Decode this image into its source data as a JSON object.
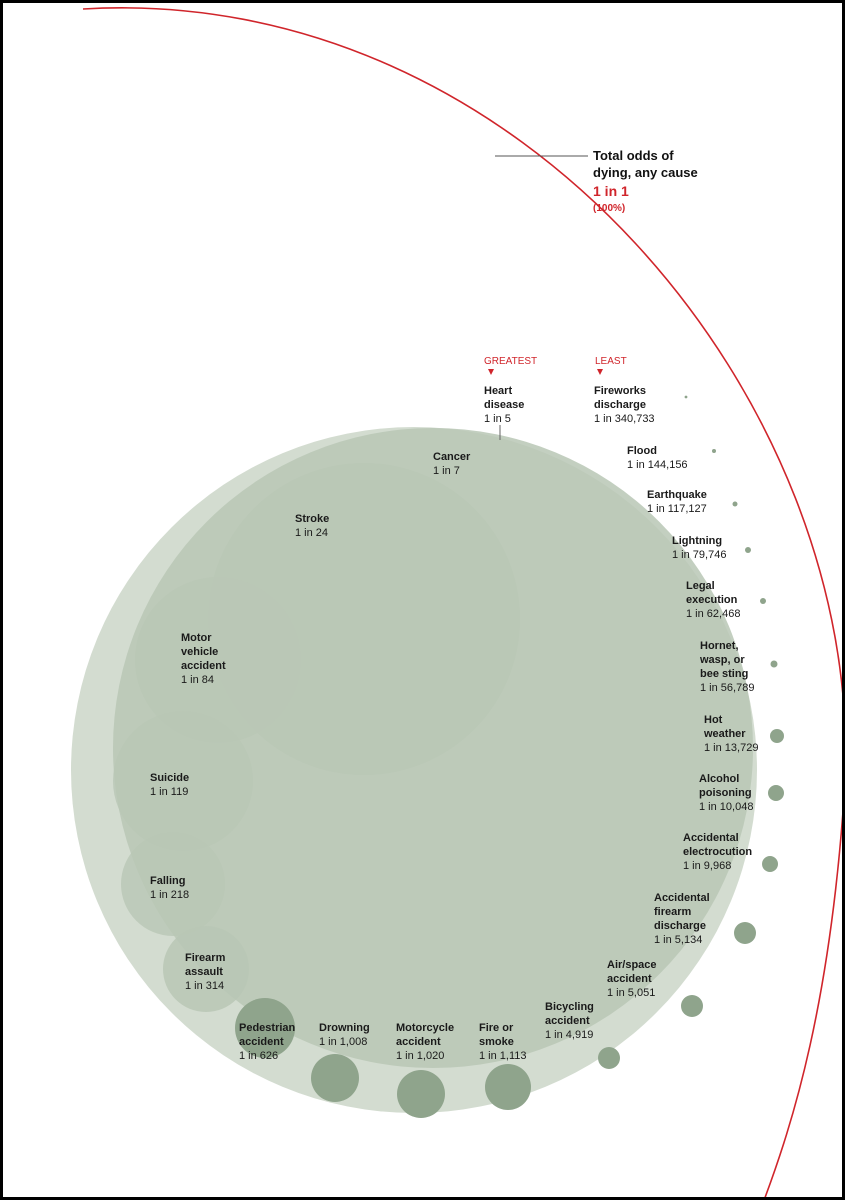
{
  "chart_data": {
    "type": "bubble",
    "total": {
      "title_line1": "Total odds of",
      "title_line2": "dying, any cause",
      "odds": "1 in 1",
      "percent": "(100%)"
    },
    "markers": {
      "greatest": "GREATEST",
      "least": "LEAST"
    },
    "items": [
      {
        "cause": [
          "Heart",
          "disease"
        ],
        "odds_text": "1 in 5",
        "odds": 5
      },
      {
        "cause": [
          "Cancer"
        ],
        "odds_text": "1 in 7",
        "odds": 7
      },
      {
        "cause": [
          "Stroke"
        ],
        "odds_text": "1 in 24",
        "odds": 24
      },
      {
        "cause": [
          "Motor",
          "vehicle",
          "accident"
        ],
        "odds_text": "1 in 84",
        "odds": 84
      },
      {
        "cause": [
          "Suicide"
        ],
        "odds_text": "1 in 119",
        "odds": 119
      },
      {
        "cause": [
          "Falling"
        ],
        "odds_text": "1 in 218",
        "odds": 218
      },
      {
        "cause": [
          "Firearm",
          "assault"
        ],
        "odds_text": "1 in 314",
        "odds": 314
      },
      {
        "cause": [
          "Pedestrian",
          "accident"
        ],
        "odds_text": "1 in 626",
        "odds": 626
      },
      {
        "cause": [
          "Drowning"
        ],
        "odds_text": "1 in 1,008",
        "odds": 1008
      },
      {
        "cause": [
          "Motorcycle",
          "accident"
        ],
        "odds_text": "1 in 1,020",
        "odds": 1020
      },
      {
        "cause": [
          "Fire or",
          "smoke"
        ],
        "odds_text": "1 in 1,113",
        "odds": 1113
      },
      {
        "cause": [
          "Bicycling",
          "accident"
        ],
        "odds_text": "1 in 4,919",
        "odds": 4919
      },
      {
        "cause": [
          "Air/space",
          "accident"
        ],
        "odds_text": "1 in 5,051",
        "odds": 5051
      },
      {
        "cause": [
          "Accidental",
          "firearm",
          "discharge"
        ],
        "odds_text": "1 in 5,134",
        "odds": 5134
      },
      {
        "cause": [
          "Accidental",
          "electrocution"
        ],
        "odds_text": "1 in 9,968",
        "odds": 9968
      },
      {
        "cause": [
          "Alcohol",
          "poisoning"
        ],
        "odds_text": "1 in 10,048",
        "odds": 10048
      },
      {
        "cause": [
          "Hot",
          "weather"
        ],
        "odds_text": "1 in 13,729",
        "odds": 13729
      },
      {
        "cause": [
          "Hornet,",
          "wasp, or",
          "bee sting"
        ],
        "odds_text": "1 in 56,789",
        "odds": 56789
      },
      {
        "cause": [
          "Legal",
          "execution"
        ],
        "odds_text": "1 in 62,468",
        "odds": 62468
      },
      {
        "cause": [
          "Lightning"
        ],
        "odds_text": "1 in 79,746",
        "odds": 79746
      },
      {
        "cause": [
          "Earthquake"
        ],
        "odds_text": "1 in 117,127",
        "odds": 117127
      },
      {
        "cause": [
          "Flood"
        ],
        "odds_text": "1 in 144,156",
        "odds": 144156
      },
      {
        "cause": [
          "Fireworks",
          "discharge"
        ],
        "odds_text": "1 in 340,733",
        "odds": 340733
      }
    ],
    "colors": {
      "circle_light": "#d3dcd0",
      "circle_mid": "#b9c7b5",
      "circle_dark": "#8fa48c",
      "outline": "#d0252b",
      "text": "#1a1a1a",
      "accent": "#d0252b"
    }
  }
}
